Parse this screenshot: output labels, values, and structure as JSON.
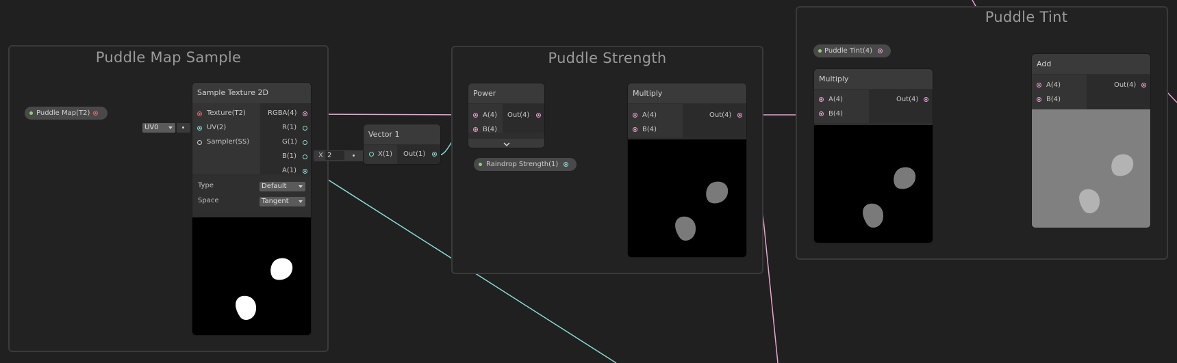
{
  "groups": {
    "puddle_map_sample": "Puddle Map Sample",
    "puddle_strength": "Puddle Strength",
    "puddle_tint": "Puddle Tint"
  },
  "properties": {
    "puddle_map": "Puddle Map(T2)",
    "raindrop_strength": "Raindrop Strength(1)",
    "puddle_tint": "Puddle Tint(4)"
  },
  "sample_texture": {
    "title": "Sample Texture 2D",
    "inputs": [
      "Texture(T2)",
      "UV(2)",
      "Sampler(SS)"
    ],
    "outputs": [
      "RGBA(4)",
      "R(1)",
      "G(1)",
      "B(1)",
      "A(1)"
    ],
    "type_label": "Type",
    "type_value": "Default",
    "space_label": "Space",
    "space_value": "Tangent",
    "uv_value": "UV0"
  },
  "vector1": {
    "title": "Vector 1",
    "field_label": "X",
    "field_value": "2",
    "input": "X(1)",
    "output": "Out(1)"
  },
  "power": {
    "title": "Power",
    "inputs": [
      "A(4)",
      "B(4)"
    ],
    "output": "Out(4)"
  },
  "multiply1": {
    "title": "Multiply",
    "inputs": [
      "A(4)",
      "B(4)"
    ],
    "output": "Out(4)"
  },
  "multiply2": {
    "title": "Multiply",
    "inputs": [
      "A(4)",
      "B(4)"
    ],
    "output": "Out(4)"
  },
  "add": {
    "title": "Add",
    "inputs": [
      "A(4)",
      "B(4)"
    ],
    "output": "Out(4)"
  },
  "colors": {
    "background": "#202020",
    "node": "#2e2e2e",
    "wire_pink": "#e9a4d2",
    "wire_cyan": "#86dcd4",
    "wire_red": "#e26a6a"
  }
}
